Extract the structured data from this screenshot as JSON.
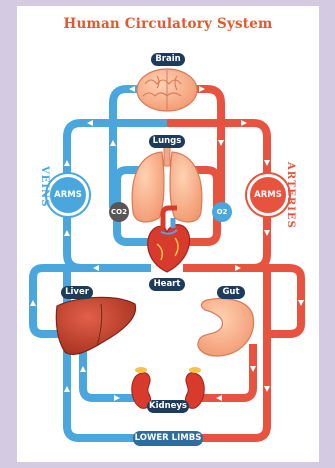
{
  "title": "Human Circulatory System",
  "labels": {
    "brain": "Brain",
    "lungs": "Lungs",
    "heart": "Heart",
    "liver": "Liver",
    "gut": "Gut",
    "kidneys": "Kidneys",
    "lower_limbs": "LOWER LIMBS",
    "arms_left": "ARMS",
    "arms_right": "ARMS",
    "veins": "VEINS",
    "arteries": "ARTERIES",
    "co2": "CO2",
    "o2": "O2"
  },
  "colors": {
    "vein": "#4aa7dd",
    "artery": "#e8533f",
    "title": "#e4572e",
    "label_dark": "#1d3b5c"
  }
}
